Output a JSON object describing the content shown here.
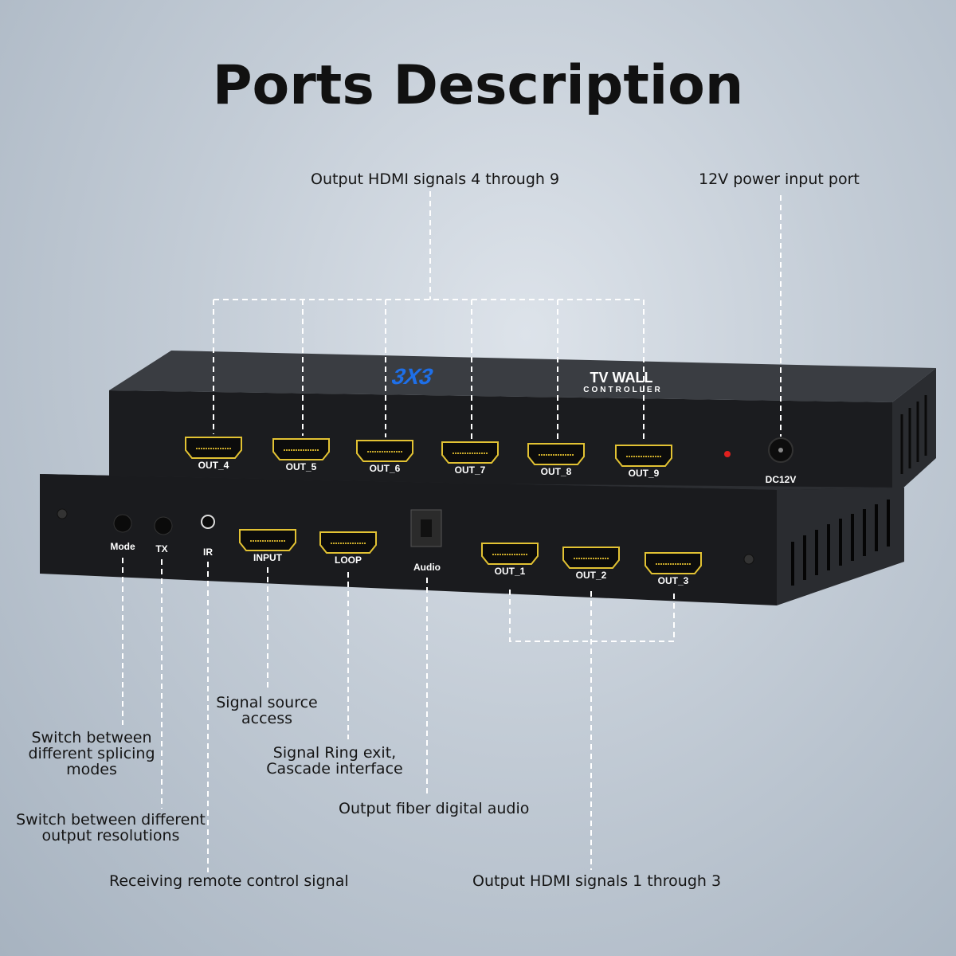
{
  "title": "Ports Description",
  "device": {
    "logo_number": "3X3",
    "logo_line1": "TV WALL",
    "logo_line2": "CONTROLLER",
    "top_ports": [
      "OUT_4",
      "OUT_5",
      "OUT_6",
      "OUT_7",
      "OUT_8",
      "OUT_9"
    ],
    "power_label": "DC12V",
    "front_controls": [
      "Mode",
      "TX",
      "IR"
    ],
    "front_ports": [
      "INPUT",
      "LOOP"
    ],
    "audio_label": "Audio",
    "front_outputs": [
      "OUT_1",
      "OUT_2",
      "OUT_3"
    ],
    "colors": {
      "accent_logo": "#1e6fe8",
      "port_gold": "#e2c233",
      "led": "#e0201e"
    }
  },
  "callouts": {
    "outputs_4_9": "Output HDMI signals 4 through 9",
    "power": "12V power input port",
    "input": [
      "Signal source",
      "access"
    ],
    "mode": [
      "Switch between",
      "different splicing",
      "modes"
    ],
    "loop": [
      "Signal Ring exit,",
      "Cascade interface"
    ],
    "tx": [
      "Switch between different",
      "output resolutions"
    ],
    "audio": "Output fiber digital audio",
    "ir": "Receiving remote control signal",
    "outputs_1_3": "Output HDMI signals 1 through 3"
  }
}
